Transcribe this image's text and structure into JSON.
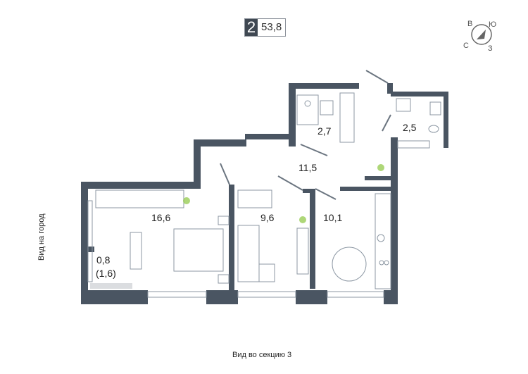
{
  "header": {
    "rooms": "2",
    "total_area": "53,8"
  },
  "compass": {
    "north": "С",
    "east": "В",
    "south": "Ю",
    "west": "З"
  },
  "rooms": {
    "bathroom": "2,7",
    "toilet": "2,5",
    "hall": "11,5",
    "bedroom": "16,6",
    "room": "9,6",
    "kitchen": "10,1",
    "balcony": "0,8",
    "balcony_full": "(1,6)"
  },
  "views": {
    "left": "Вид на город",
    "bottom": "Вид во секцию 3"
  },
  "colors": {
    "wall": "#4a5562",
    "furniture": "#8c97a3",
    "plant": "#8cc63f"
  }
}
